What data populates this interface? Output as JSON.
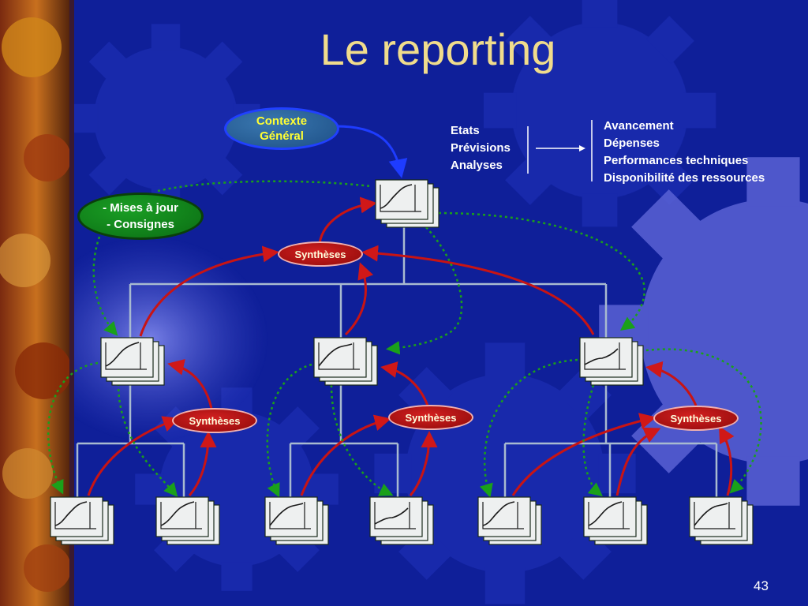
{
  "slide": {
    "title": "Le reporting",
    "page_number": "43"
  },
  "nodes": {
    "contexte": [
      "Contexte",
      "Général"
    ],
    "mises": [
      "- Mises à jour",
      "- Consignes"
    ],
    "synthese_label": "Synthèses"
  },
  "lists": {
    "left": [
      "Etats",
      "Prévisions",
      "Analyses"
    ],
    "right": [
      "Avancement",
      "Dépenses",
      "Performances techniques",
      "Disponibilité des ressources"
    ]
  },
  "colors": {
    "background": "#0f1f99",
    "title": "#f0dc8c",
    "connector": "#a8bad0",
    "red_arrow": "#c81414",
    "green_arrow": "#1aa01a",
    "blue_arrow": "#1e3cff",
    "contexte_text": "#ffff33"
  },
  "icons": [
    "report-stack-icon",
    "gear-icon"
  ]
}
